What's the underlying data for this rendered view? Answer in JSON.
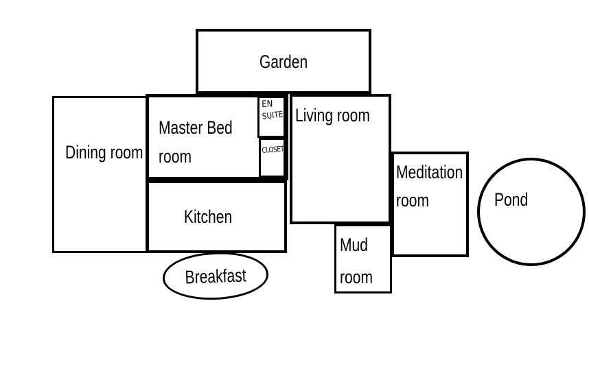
{
  "colors": {
    "background": "#ffffff",
    "line": "#000000",
    "text": "#000000"
  },
  "rooms": {
    "garden": {
      "label": "Garden"
    },
    "dining_room": {
      "label": "Dining room"
    },
    "master_bedroom": {
      "line1": "Master Bed",
      "line2": "room"
    },
    "en_suite": {
      "line1": "EN",
      "line2": "SUITE"
    },
    "closet": {
      "label": "CLOSET"
    },
    "living_room": {
      "label": "Living room"
    },
    "meditation_room": {
      "line1": "Meditation",
      "line2": "room"
    },
    "mud_room": {
      "line1": "Mud",
      "line2": "room"
    },
    "kitchen": {
      "label": "Kitchen"
    },
    "breakfast": {
      "label": "Breakfast"
    },
    "pond": {
      "label": "Pond"
    }
  }
}
